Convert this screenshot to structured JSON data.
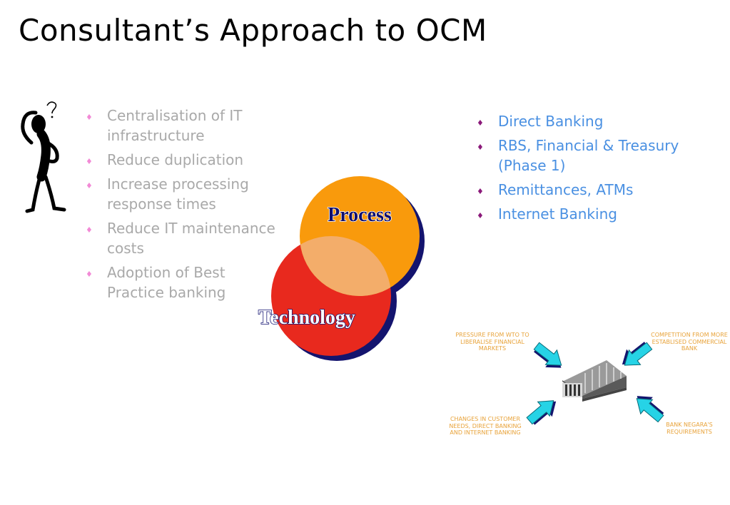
{
  "slide": {
    "title": "Consultant’s Approach to OCM"
  },
  "left_bullets": [
    "Centralisation of IT infrastructure",
    "Reduce duplication",
    "Increase processing response times",
    "Reduce IT maintenance costs",
    "Adoption of Best Practice banking"
  ],
  "right_bullets": [
    "Direct Banking",
    "RBS, Financial & Treasury (Phase 1)",
    "Remittances, ATMs",
    "Internet Banking"
  ],
  "venn": {
    "top_label": "Process",
    "bottom_label": "Technology"
  },
  "pressures": {
    "top_left": "PRESSURE FROM WTO TO LIBERALISE FINANCIAL MARKETS",
    "top_right": "COMPETITION FROM MORE ESTABLISED COMMERCIAL BANK",
    "bottom_left": "CHANGES IN CUSTOMER NEEDS, DIRECT BANKING AND INTERNET BANKING",
    "bottom_right": "BANK NEGARA'S REQUIREMENTS"
  },
  "colors": {
    "process_circle": "#f99a0c",
    "technology_circle": "#e8291e",
    "arrow": "#26d3e6",
    "left_text": "#a9a9a9",
    "right_text": "#4a90e2"
  },
  "icons": {
    "figure": "confused-person-icon",
    "building": "bank-building-icon"
  }
}
